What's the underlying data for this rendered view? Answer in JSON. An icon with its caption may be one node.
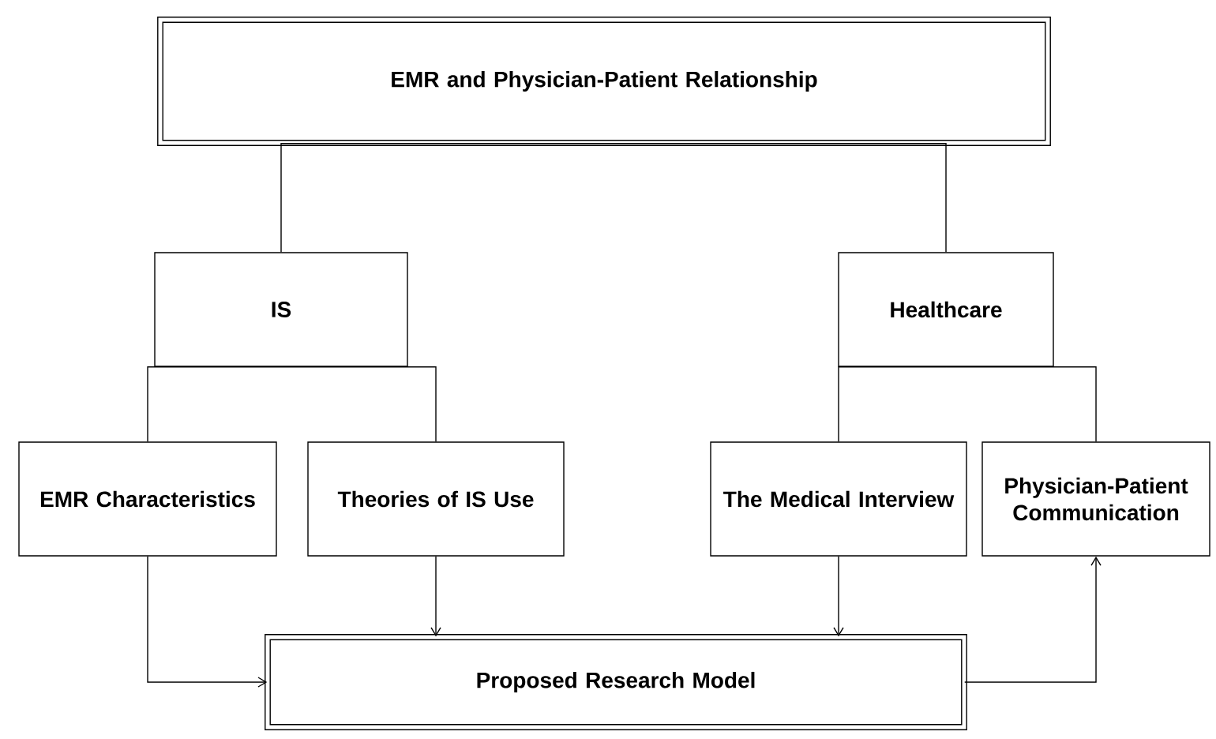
{
  "diagram": {
    "nodes": [
      {
        "text": [
          "EMR and Physician-Patient Relationship"
        ]
      },
      {
        "text": [
          "IS"
        ]
      },
      {
        "text": [
          "Healthcare"
        ]
      },
      {
        "text": [
          "EMR Characteristics"
        ]
      },
      {
        "text": [
          "Theories of IS Use"
        ]
      },
      {
        "text": [
          "The Medical Interview"
        ]
      },
      {
        "text": [
          "Physician-Patient Communication"
        ]
      },
      {
        "text": [
          "Proposed Research Model"
        ]
      }
    ],
    "edges": [
      {
        "from": 0,
        "to": 1,
        "arrow": "none"
      },
      {
        "from": 0,
        "to": 2,
        "arrow": "none"
      },
      {
        "from": 1,
        "to": 3,
        "arrow": "none"
      },
      {
        "from": 1,
        "to": 4,
        "arrow": "none"
      },
      {
        "from": 2,
        "to": 5,
        "arrow": "none"
      },
      {
        "from": 2,
        "to": 6,
        "arrow": "none"
      },
      {
        "from": 3,
        "to": 7,
        "arrow": "to"
      },
      {
        "from": 4,
        "to": 7,
        "arrow": "to"
      },
      {
        "from": 5,
        "to": 7,
        "arrow": "to"
      },
      {
        "from": 7,
        "to": 6,
        "arrow": "to"
      }
    ]
  }
}
